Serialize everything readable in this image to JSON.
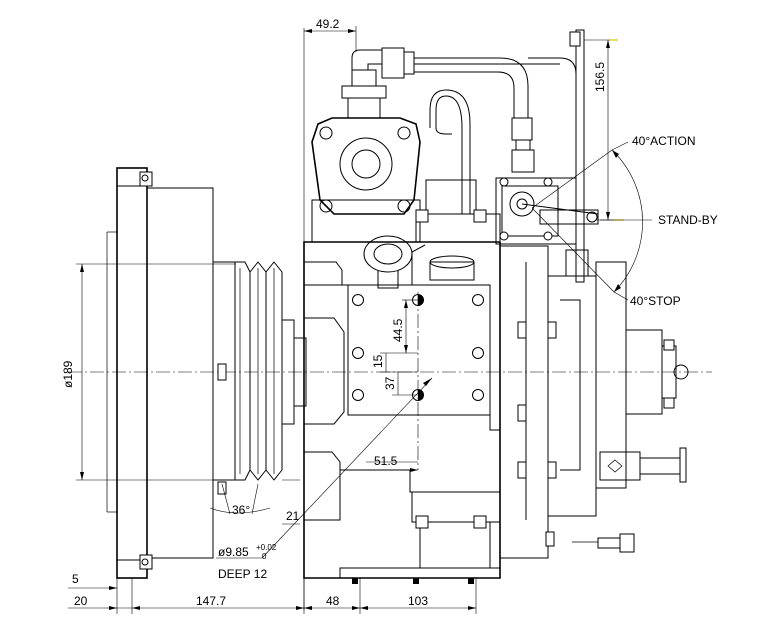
{
  "title": "",
  "dimensions": {
    "top_width": "49.2",
    "lever_height": "156.5",
    "angle_action": "40°ACTION",
    "standby": "STAND-BY",
    "angle_stop": "40°STOP",
    "v_44_5": "44.5",
    "v_15": "15",
    "v_37": "37",
    "h_51_5": "51.5",
    "dia_189": "ø189",
    "angle_36": "36°",
    "v_21": "21",
    "hole_dia": "ø9.85",
    "hole_tol_upper": "+0.02",
    "hole_tol_lower": "0",
    "hole_depth": "DEEP 12",
    "b_5": "5",
    "b_20": "20",
    "b_147_7": "147.7",
    "b_48": "48",
    "b_103": "103"
  },
  "colors": {
    "lines": "#000000",
    "background": "#ffffff",
    "leader_highlight": "#d8c800"
  }
}
